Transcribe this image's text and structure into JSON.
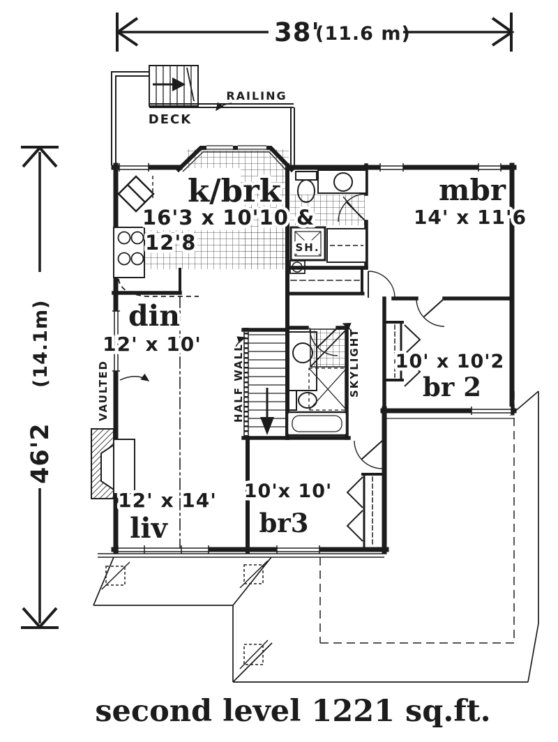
{
  "dimensions": {
    "width": {
      "feet": "38'",
      "metric": "(11.6 m)"
    },
    "height": {
      "feet": "46'2",
      "metric": "(14.1m)"
    }
  },
  "rooms": {
    "kitchen_breakfast": {
      "name": "k/brk",
      "size_line1": "16'3 x 10'10  &",
      "size_line2": "12'8"
    },
    "master_bedroom": {
      "name": "mbr",
      "size": "14' x 11'6"
    },
    "dining": {
      "name": "din",
      "size": "12' x 10'"
    },
    "bedroom2": {
      "name": "br 2",
      "size": "10' x 10'2"
    },
    "bedroom3": {
      "name": "br3",
      "size": "10'x 10'"
    },
    "living": {
      "name": "liv",
      "size": "12' x 14'"
    }
  },
  "labels": {
    "deck": "DECK",
    "railing": "RAILING",
    "vaulted": "VAULTED",
    "half_wall": "HALF WALL",
    "skylight": "SKYLIGHT",
    "shower": "SH."
  },
  "caption": "second level 1221 sq.ft.",
  "colors": {
    "ink": "#1c1c1c",
    "paper": "#ffffff"
  }
}
